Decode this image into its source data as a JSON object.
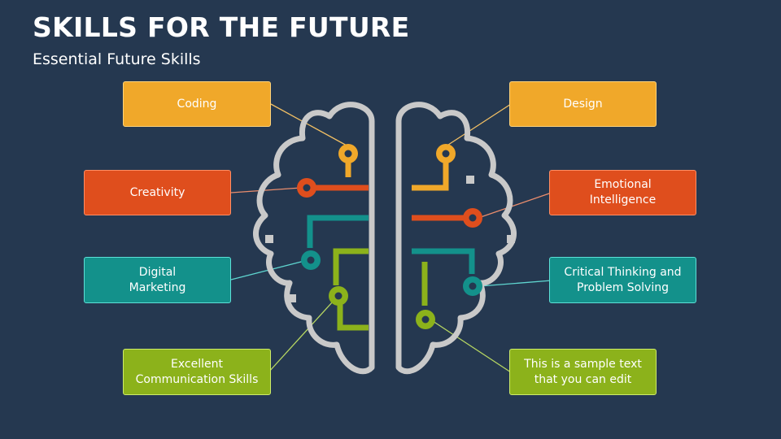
{
  "header": {
    "title": "SKILLS FOR THE FUTURE",
    "subtitle": "Essential Future Skills"
  },
  "colors": {
    "background": "#253850",
    "yellow": "#f0a82a",
    "orange": "#df4e1d",
    "teal": "#13918b",
    "green": "#8cb21b",
    "brain_outline": "#c9c9c9"
  },
  "left_skills": [
    {
      "label": "Coding",
      "color": "yellow"
    },
    {
      "label": "Creativity",
      "color": "orange"
    },
    {
      "label": "Digital\nMarketing",
      "color": "teal"
    },
    {
      "label": "Excellent\nCommunication Skills",
      "color": "green"
    }
  ],
  "right_skills": [
    {
      "label": "Design",
      "color": "yellow"
    },
    {
      "label": "Emotional\nIntelligence",
      "color": "orange"
    },
    {
      "label": "Critical Thinking and\nProblem Solving",
      "color": "teal"
    },
    {
      "label": "This is a sample text\nthat you can edit",
      "color": "green"
    }
  ]
}
